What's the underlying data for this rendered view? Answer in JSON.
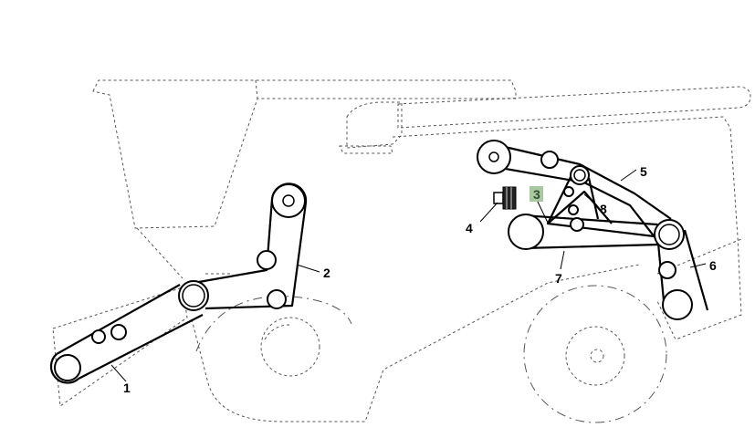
{
  "callouts": {
    "c1": "1",
    "c2": "2",
    "c3": "3",
    "c4": "4",
    "c5": "5",
    "c6": "6",
    "c7": "7",
    "c8": "8"
  },
  "highlight_color": "#a8c8a0",
  "highlighted_callout": "3"
}
